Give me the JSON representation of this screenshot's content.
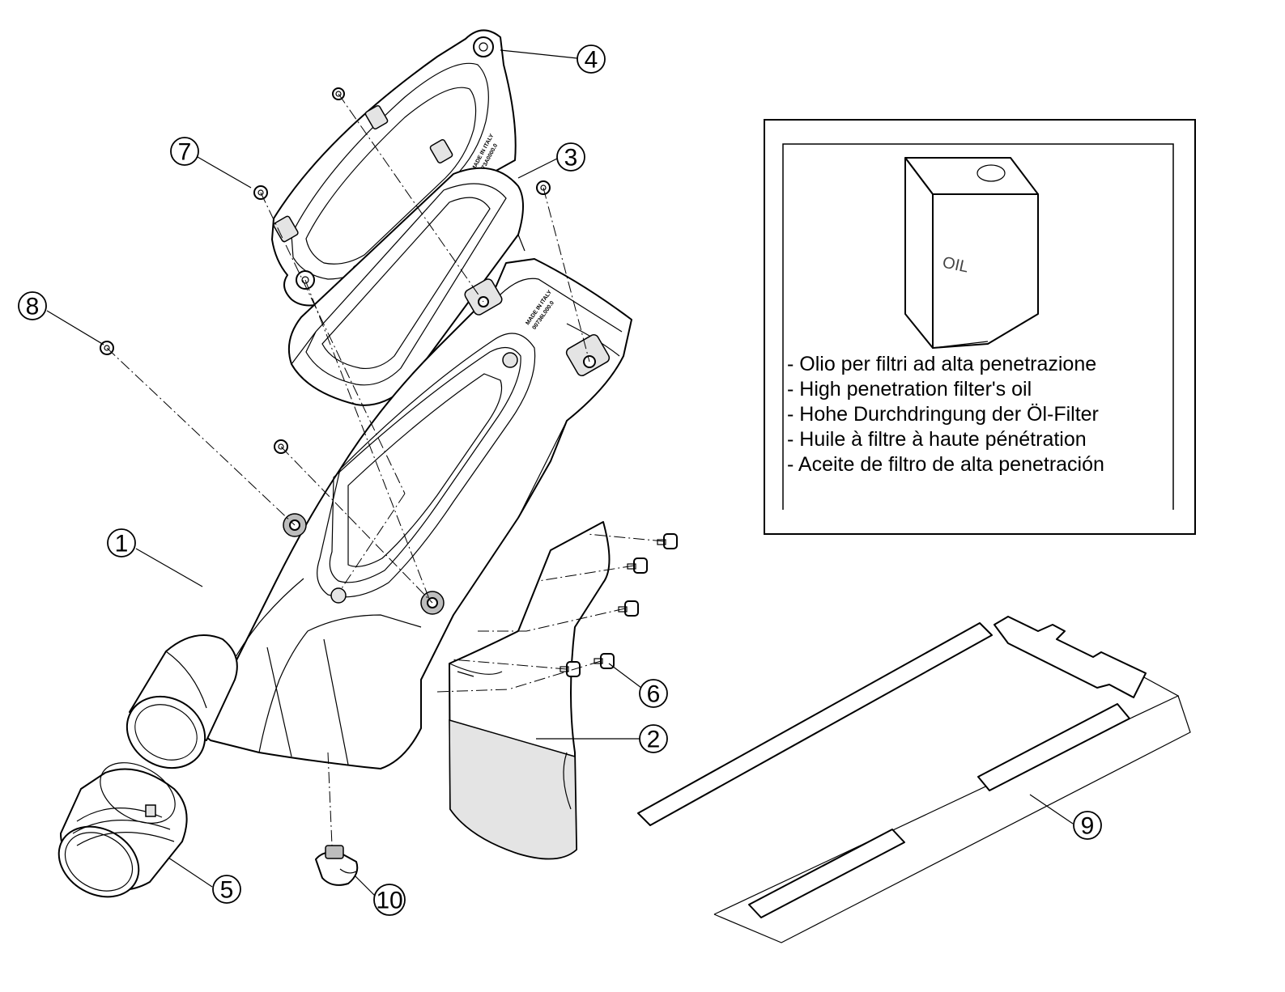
{
  "callouts": [
    {
      "id": "1",
      "label": "1"
    },
    {
      "id": "2",
      "label": "2"
    },
    {
      "id": "3",
      "label": "3"
    },
    {
      "id": "4",
      "label": "4"
    },
    {
      "id": "5",
      "label": "5"
    },
    {
      "id": "6",
      "label": "6"
    },
    {
      "id": "7",
      "label": "7"
    },
    {
      "id": "8",
      "label": "8"
    },
    {
      "id": "9",
      "label": "9"
    },
    {
      "id": "10",
      "label": "10"
    }
  ],
  "part_markings": {
    "bracket_stamp_line1": "MADE IN ITALY",
    "bracket_stamp_line2": "0073A0000.0",
    "box_stamp_line1": "MADE IN ITALY",
    "box_stamp_line2": "00736L000.0"
  },
  "oil_box": {
    "can_label": "OIL",
    "lines": [
      "- Olio per filtri ad alta penetrazione",
      "- High penetration filter's oil",
      "- Hohe Durchdringung der Öl-Filter",
      "- Huile à filtre à haute pénétration",
      "- Aceite de filtro de alta penetración"
    ]
  }
}
